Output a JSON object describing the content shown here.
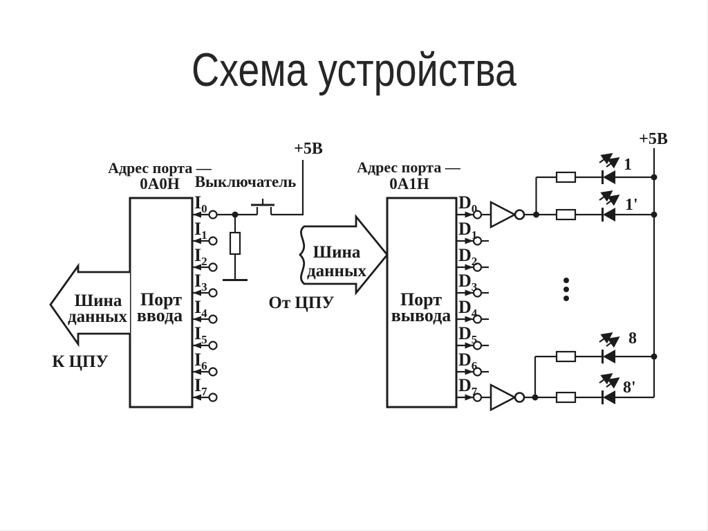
{
  "title": "Схема устройства",
  "colors": {
    "ink": "#1c1c1c",
    "title": "#262626",
    "background": "#ffffff"
  },
  "left_port": {
    "address_label": "Адрес порта —",
    "address_value": "0A0H",
    "name_line1": "Порт",
    "name_line2": "ввода",
    "pin_base": "I",
    "pin_subs": [
      "0",
      "1",
      "2",
      "3",
      "4",
      "5",
      "6",
      "7"
    ],
    "switch_label": "Выключатель",
    "vcc_label": "+5В",
    "bus": {
      "line1": "Шина",
      "line2": "данных",
      "caption": "К ЦПУ"
    }
  },
  "right_port": {
    "address_label": "Адрес порта —",
    "address_value": "0A1H",
    "name_line1": "Порт",
    "name_line2": "вывода",
    "pin_base": "D",
    "pin_subs": [
      "0",
      "1",
      "2",
      "3",
      "4",
      "5",
      "6",
      "7"
    ],
    "bus": {
      "line1": "Шина",
      "line2": "данных",
      "caption": "От ЦПУ"
    }
  },
  "led_circuit": {
    "vcc_label": "+5В",
    "led_labels": [
      "1",
      "1'",
      "8",
      "8'"
    ]
  }
}
